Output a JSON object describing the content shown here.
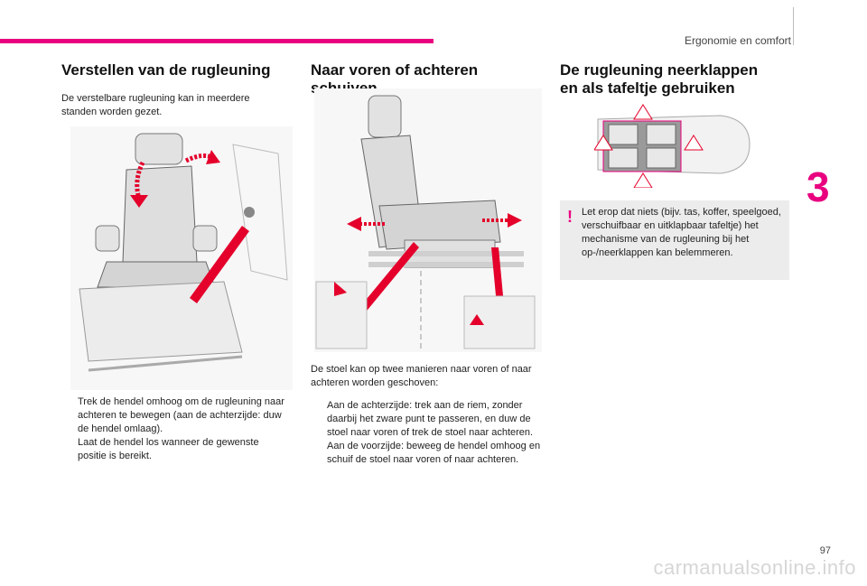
{
  "header": {
    "section_title": "Ergonomie en comfort",
    "chapter_number": "3"
  },
  "col1": {
    "title": "Verstellen van de rugleuning",
    "intro": "De verstelbare rugleuning kan in meerdere standen worden gezet.",
    "steps": [
      "Trek de hendel omhoog om de rugleuning naar achteren te bewegen (aan de achterzijde: duw de hendel omlaag).",
      "Laat de hendel los wanneer de gewenste positie is bereikt."
    ]
  },
  "col2": {
    "title": "Naar voren of achteren schuiven",
    "intro": "De stoel kan op twee manieren naar voren of naar achteren worden geschoven:",
    "steps": [
      "Aan de achterzijde: trek aan de riem, zonder daarbij het zware punt te passeren, en duw de stoel naar voren of trek de stoel naar achteren.",
      "Aan de voorzijde: beweeg de hendel omhoog en schuif de stoel naar voren of naar achteren."
    ]
  },
  "col3": {
    "title_line1": "De rugleuning neerklappen",
    "title_line2": "en als tafeltje gebruiken",
    "warning": "Let erop dat niets (bijv. tas, koffer, speelgoed, verschuifbaar en uitklapbaar tafeltje) het mechanisme van de rugleuning bij het op-/neerklappen kan belemmeren.",
    "warning_symbol": "!"
  },
  "footer": {
    "page_number": "97",
    "watermark": "carmanualsonline.info"
  },
  "bullet_glyph": "",
  "colors": {
    "accent": "#e9007f",
    "warning_bg": "#ececec"
  }
}
